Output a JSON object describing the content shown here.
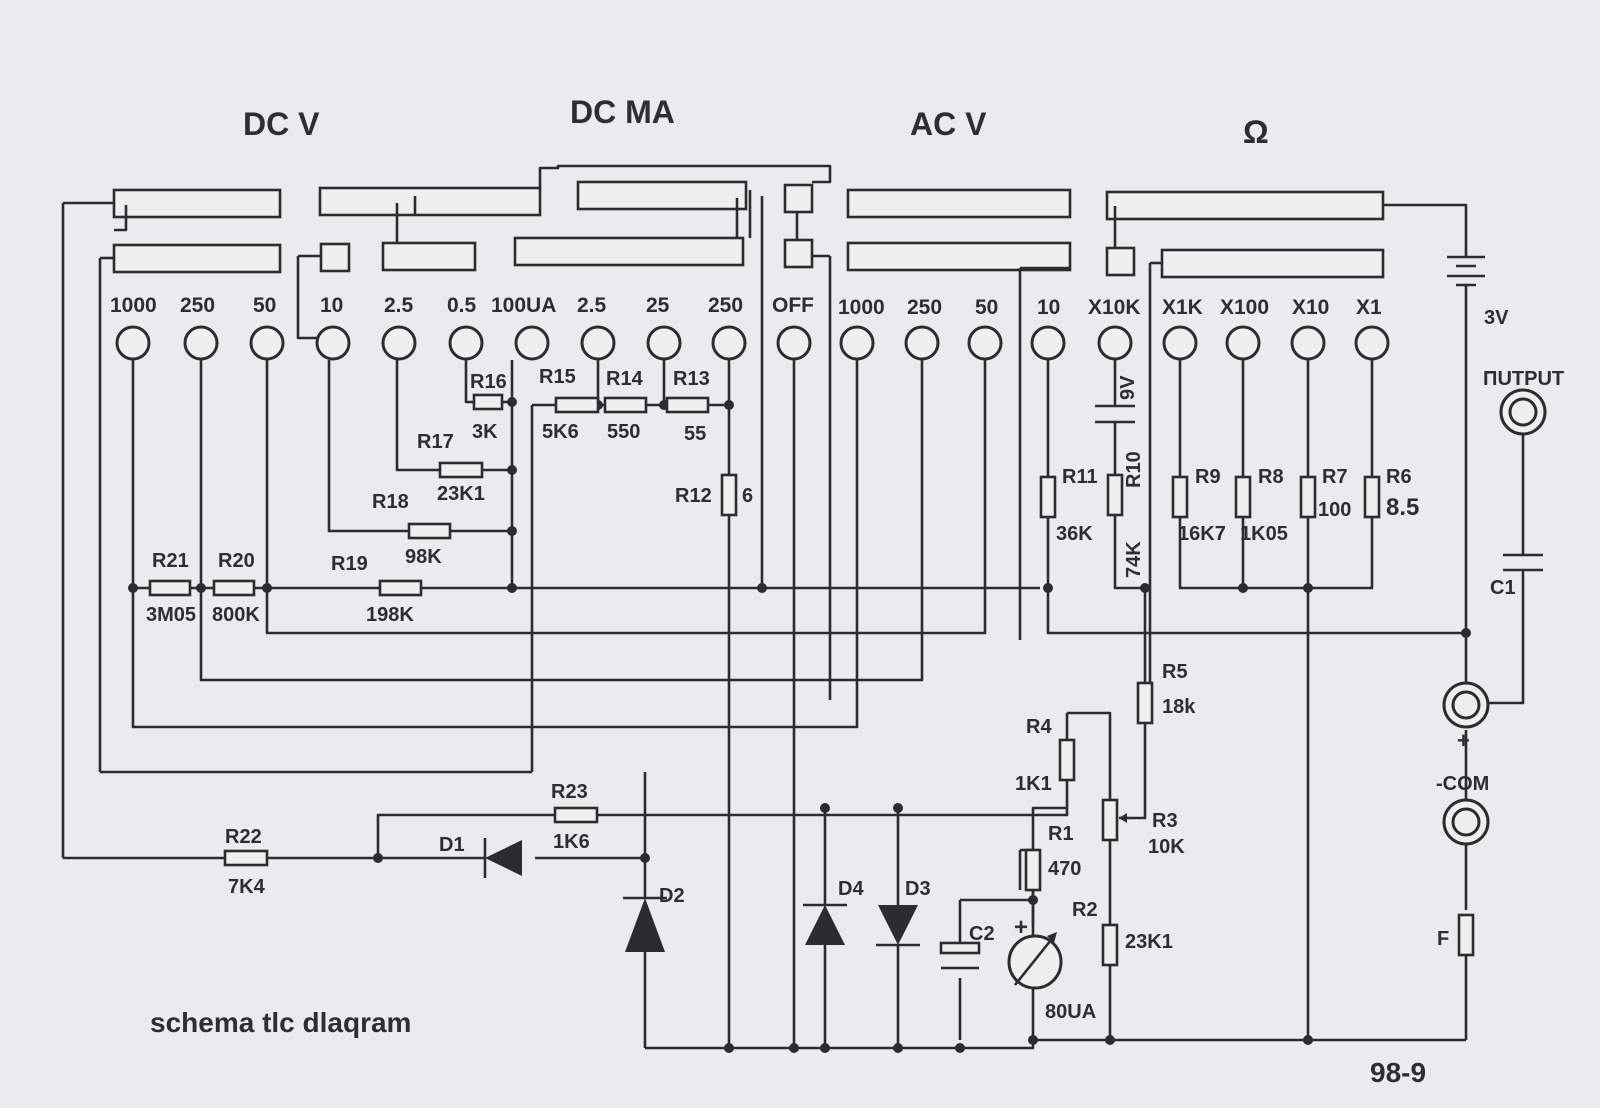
{
  "sections": {
    "dc_v": "DC V",
    "dc_ma": "DC MA",
    "ac_v": "AC V",
    "ohm": "Ω"
  },
  "switch_positions": [
    "1000",
    "250",
    "50",
    "10",
    "2.5",
    "0.5",
    "100UA",
    "2.5",
    "25",
    "250",
    "OFF",
    "1000",
    "250",
    "50",
    "10",
    "X10K",
    "X1K",
    "X100",
    "X10",
    "X1"
  ],
  "resistors": [
    {
      "ref": "R1",
      "value": "470"
    },
    {
      "ref": "R2",
      "value": "23K1"
    },
    {
      "ref": "R3",
      "value": "10K"
    },
    {
      "ref": "R4",
      "value": "1K1"
    },
    {
      "ref": "R5",
      "value": "18k"
    },
    {
      "ref": "R6",
      "value": "8.5"
    },
    {
      "ref": "R7",
      "value": "100"
    },
    {
      "ref": "R8",
      "value": "1K05"
    },
    {
      "ref": "R9",
      "value": "16K7"
    },
    {
      "ref": "R10",
      "value": "74K"
    },
    {
      "ref": "R11",
      "value": "36K"
    },
    {
      "ref": "R12",
      "value": "6"
    },
    {
      "ref": "R13",
      "value": "55"
    },
    {
      "ref": "R14",
      "value": "550"
    },
    {
      "ref": "R15",
      "value": "5K6"
    },
    {
      "ref": "R16",
      "value": "3K"
    },
    {
      "ref": "R17",
      "value": "23K1"
    },
    {
      "ref": "R18",
      "value": "98K"
    },
    {
      "ref": "R19",
      "value": "198K"
    },
    {
      "ref": "R20",
      "value": "800K"
    },
    {
      "ref": "R21",
      "value": "3M05"
    },
    {
      "ref": "R22",
      "value": "7K4"
    },
    {
      "ref": "R23",
      "value": "1K6"
    }
  ],
  "diodes": [
    "D1",
    "D2",
    "D3",
    "D4"
  ],
  "capacitors": [
    "C1",
    "C2"
  ],
  "battery_3v": "3V",
  "battery_9v": "9V",
  "meter_value": "80UA",
  "meter_plus": "+",
  "fuse": "F",
  "output_label": "ΠUTPUT",
  "plus_label": "+",
  "com_label": "-COM",
  "footer": {
    "title": "schema tlc dlaqram",
    "code": "98-9"
  }
}
